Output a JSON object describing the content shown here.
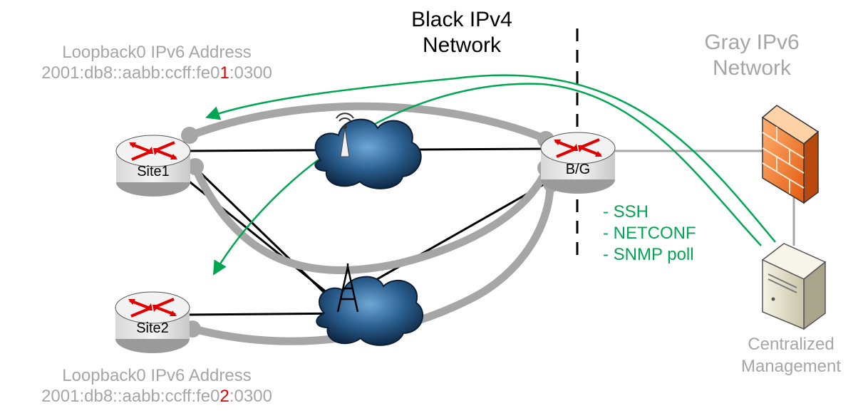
{
  "colors": {
    "tunnel": "#a6a6a6",
    "link": "#000000",
    "mgmt_arrow": "#00a651",
    "accent_digit": "#e00000",
    "label_gray": "#a6a6a6",
    "router_body": "#e8e8e8",
    "router_arrow": "#e00000",
    "cloud": "#1f4e79"
  },
  "labels": {
    "black_network": {
      "line1": "Black IPv4",
      "line2": "Network"
    },
    "gray_network": {
      "line1": "Gray IPv6",
      "line2": "Network"
    },
    "centralized": {
      "line1": "Centralized",
      "line2": "Management"
    }
  },
  "site1_addr": {
    "title": "Loopback0 IPv6 Address",
    "prefix": "2001:db8::aabb:ccff:fe0",
    "digit": "1",
    "suffix": ":0300"
  },
  "site2_addr": {
    "title": "Loopback0 IPv6 Address",
    "prefix": "2001:db8::aabb:ccff:fe0",
    "digit": "2",
    "suffix": ":0300"
  },
  "routers": {
    "site1": "Site1",
    "site2": "Site2",
    "bg": "B/G"
  },
  "protocols": [
    "- SSH",
    "- NETCONF",
    "- SNMP poll"
  ],
  "icons": {
    "router": "router-icon",
    "cloud_wifi": "wireless-cloud-icon",
    "cloud_tower": "cellular-cloud-icon",
    "firewall": "firewall-icon",
    "server": "server-icon"
  }
}
